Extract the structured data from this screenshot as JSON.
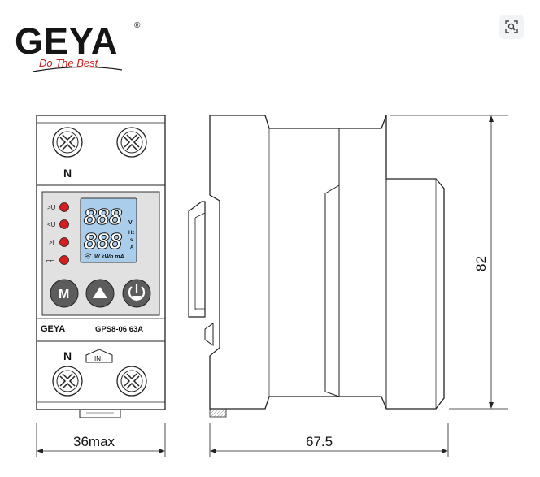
{
  "brand": {
    "name": "GEYA",
    "registered_mark": "®",
    "slogan": "Do The Best"
  },
  "toolbar": {
    "lens_icon": "visual-search-icon"
  },
  "device": {
    "terminal_top_label": "N",
    "terminal_bottom_label": "N",
    "inlet_label": "IN",
    "indicator_labels": [
      ">U",
      "<U",
      ">I",
      "⌐⌐"
    ],
    "display_digits_top": "888",
    "display_digits_bottom": "888",
    "display_units_top": "V",
    "display_units_right": [
      "Hz",
      "s",
      "A"
    ],
    "display_units_bottom": "W kWh mA",
    "button_m_label": "M",
    "model_brand": "GEYA",
    "model_name": "GPS8-06 63A",
    "indicator_color": "#d61e1e",
    "lcd_color": "#a9cdea"
  },
  "dimensions": {
    "width_front": "36max",
    "depth_side": "67.5",
    "height": "82"
  }
}
